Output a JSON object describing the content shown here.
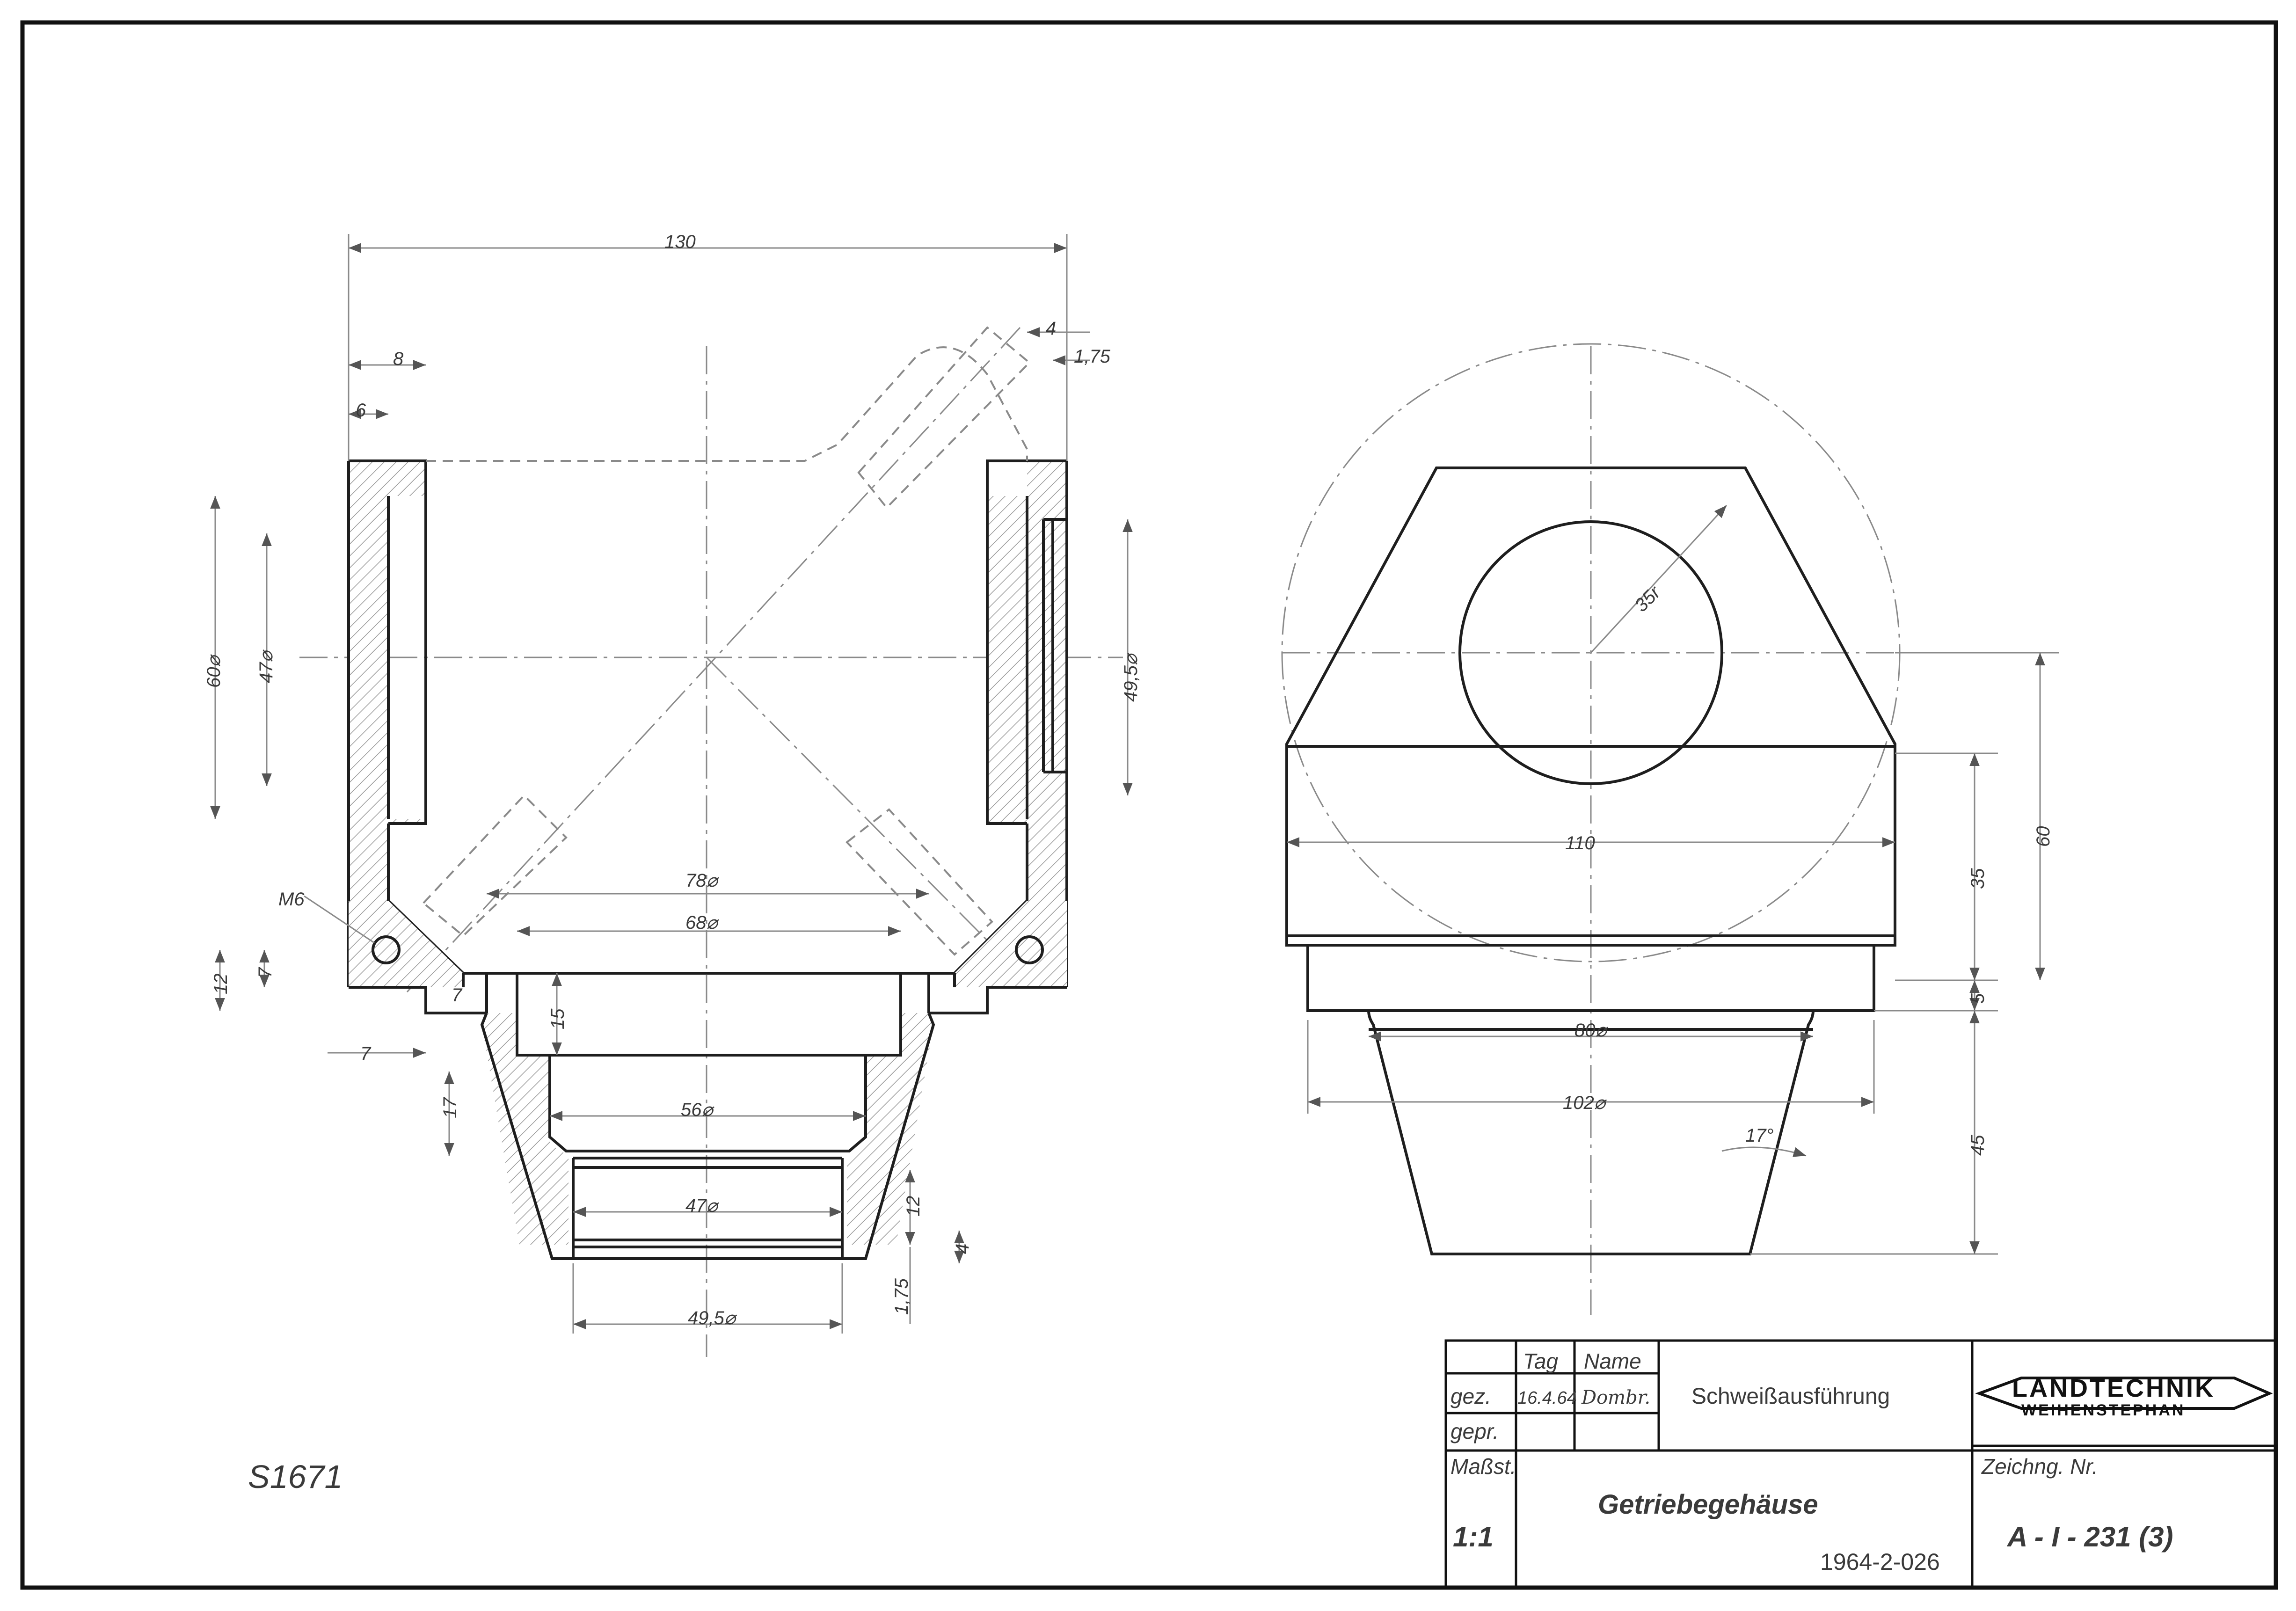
{
  "drawing": {
    "dimensions": {
      "overall_width": "130",
      "wall_8": "8",
      "wall_6": "6",
      "offset_4": "4",
      "offset_175": "1,75",
      "dia_60": "60⌀",
      "dia_47_left": "47⌀",
      "dia_495_right": "49,5⌀",
      "thread_m6": "M6",
      "dim_12_left": "12",
      "dim_7_left": "7",
      "dim_7_inner": "7",
      "dim_7_bottom": "7",
      "dim_15": "15",
      "dim_17_left": "17",
      "dia_78": "78⌀",
      "dia_68": "68⌀",
      "dia_56": "56⌀",
      "dia_47_bottom": "47⌀",
      "dim_12_bottom": "12",
      "dim_4_bottom": "4",
      "dim_175_bottom": "1,75",
      "dia_495_bottom": "49,5⌀",
      "radius_35": "35r",
      "width_110": "110",
      "height_60": "60",
      "height_35": "35",
      "dim_5": "5",
      "dia_80": "80⌀",
      "dia_102": "102⌀",
      "height_45": "45",
      "angle_17": "17°"
    },
    "archive_number": "S1671"
  },
  "title_block": {
    "col_tag": "Tag",
    "col_name": "Name",
    "row_gez": "gez.",
    "row_gepr": "gepr.",
    "gez_date": "16.4.64",
    "gez_name": "Dombr.",
    "description": "Schweißausführung",
    "company_line1": "LANDTECHNIK",
    "company_line2": "WEIHENSTEPHAN",
    "scale_label": "Maßst.",
    "scale_value": "1:1",
    "part_name": "Getriebegehäuse",
    "reference_number": "1964-2-026",
    "drawing_no_label": "Zeichng. Nr.",
    "drawing_no": "A - I - 231 (3)"
  }
}
